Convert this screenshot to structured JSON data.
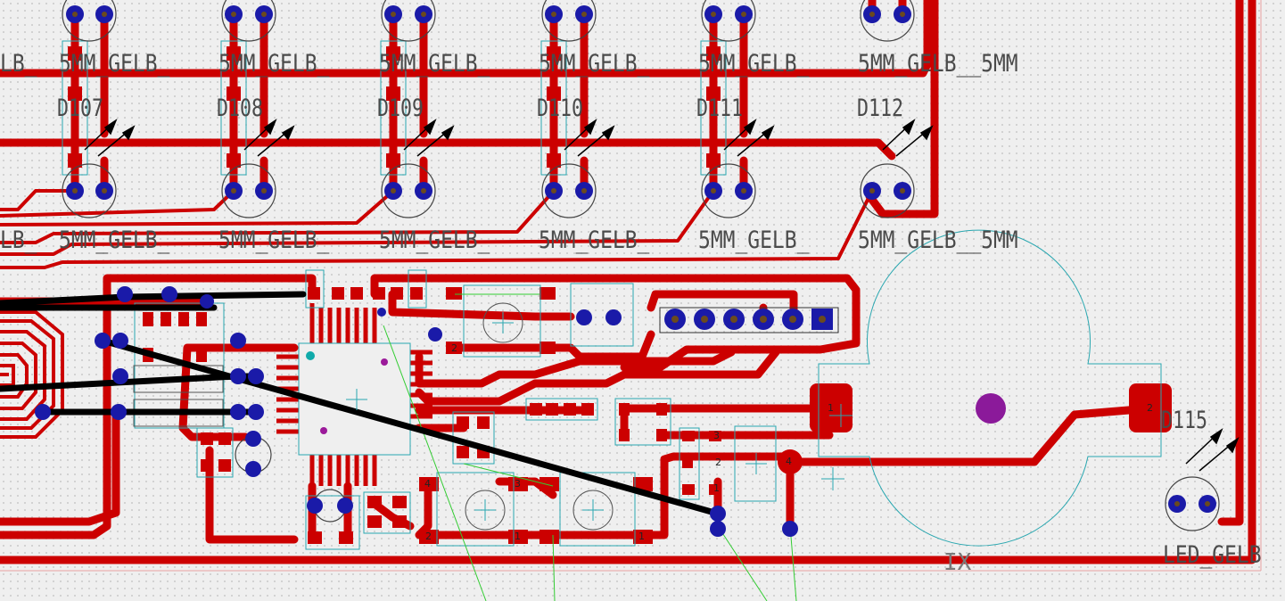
{
  "colors": {
    "background": "#efefef",
    "top_copper": "#cc0000",
    "via": "#1a1aa8",
    "pad_hole": "#6b4a1e",
    "silkscreen": "#4a4a4a",
    "outline": "#2aa7b0",
    "airwire": "#33cc33",
    "bottom_track": "#000000",
    "mount_hole": "#8b1a9a"
  },
  "components": {
    "leds_top_row": {
      "value_labels": [
        "LB_",
        "5MM_GELB_",
        "5MM_GELB_",
        "5MM_GELB_",
        "5MM_GELB_",
        "5MM_GELB_",
        "5MM_GELB__5MM"
      ]
    },
    "leds_mid_row": {
      "references": [
        "D107",
        "D108",
        "D109",
        "D110",
        "D111",
        "D112"
      ],
      "value_labels": [
        "LB_",
        "5MM_GELB_",
        "5MM_GELB_",
        "5MM_GELB_",
        "5MM_GELB_",
        "5MM_GELB_",
        "5MM_GELB__5MM"
      ]
    },
    "led_right": {
      "reference": "D115",
      "value_label": "LED_GELB"
    },
    "battery_holder": {
      "pad_labels": [
        "1",
        "2"
      ]
    },
    "header": {
      "pin_count": 6
    },
    "origin_mark": "IX",
    "pad_numbers": [
      "1",
      "2",
      "3",
      "4"
    ]
  }
}
